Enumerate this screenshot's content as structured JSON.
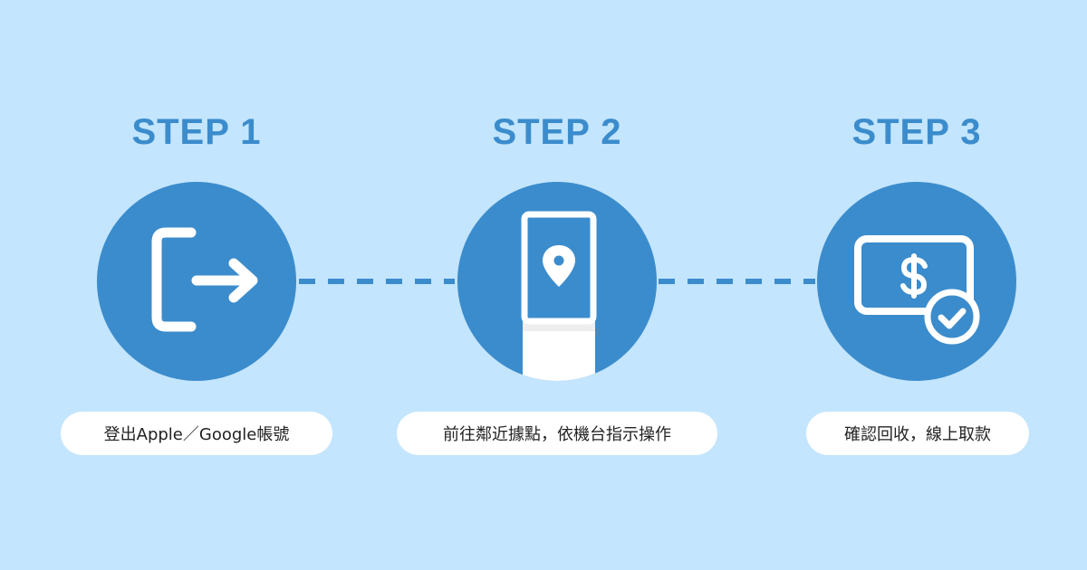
{
  "steps": [
    {
      "title": "STEP 1",
      "description": "登出Apple／Google帳號",
      "icon": "logout-icon"
    },
    {
      "title": "STEP 2",
      "description": "前往鄰近據點，依機台指示操作",
      "icon": "kiosk-location-icon"
    },
    {
      "title": "STEP 3",
      "description": "確認回收，線上取款",
      "icon": "cash-check-icon"
    }
  ],
  "colors": {
    "background": "#c3e5fd",
    "accent": "#3b8ccc",
    "pill": "#ffffff",
    "text": "#222222"
  }
}
